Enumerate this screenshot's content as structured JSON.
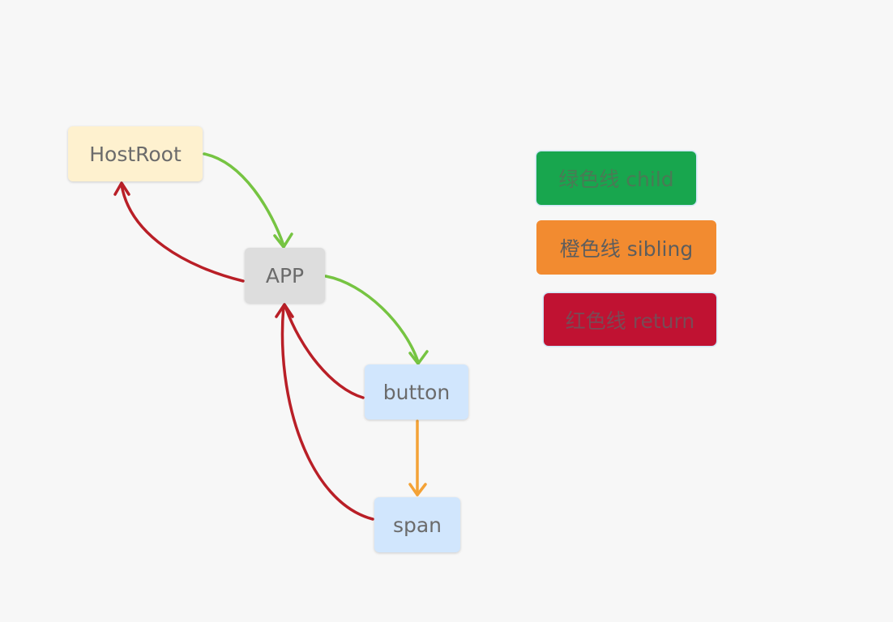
{
  "colors": {
    "background": "#f7f7f7",
    "node_text": "#6b6b6b",
    "child_line": "#76c442",
    "sibling_line": "#f4a236",
    "return_line": "#b91f27"
  },
  "nodes": {
    "hostroot": {
      "label": "HostRoot",
      "fill": "#fef1cf"
    },
    "app": {
      "label": "APP",
      "fill": "#dddddd"
    },
    "button": {
      "label": "button",
      "fill": "#d1e6fd"
    },
    "span": {
      "label": "span",
      "fill": "#d1e6fd"
    }
  },
  "edges": [
    {
      "from": "hostroot",
      "to": "app",
      "kind": "child"
    },
    {
      "from": "app",
      "to": "button",
      "kind": "child"
    },
    {
      "from": "button",
      "to": "span",
      "kind": "sibling"
    },
    {
      "from": "app",
      "to": "hostroot",
      "kind": "return"
    },
    {
      "from": "button",
      "to": "app",
      "kind": "return"
    },
    {
      "from": "span",
      "to": "app",
      "kind": "return"
    }
  ],
  "legend": {
    "child": {
      "label": "绿色线 child",
      "fill": "#18a64e",
      "text_color": "#4a7a55"
    },
    "sibling": {
      "label": "橙色线 sibling",
      "fill": "#f28b30",
      "text_color": "#5d5d5d"
    },
    "return": {
      "label": "红色线 return",
      "fill": "#c01232",
      "text_color": "#7a4a55"
    }
  }
}
